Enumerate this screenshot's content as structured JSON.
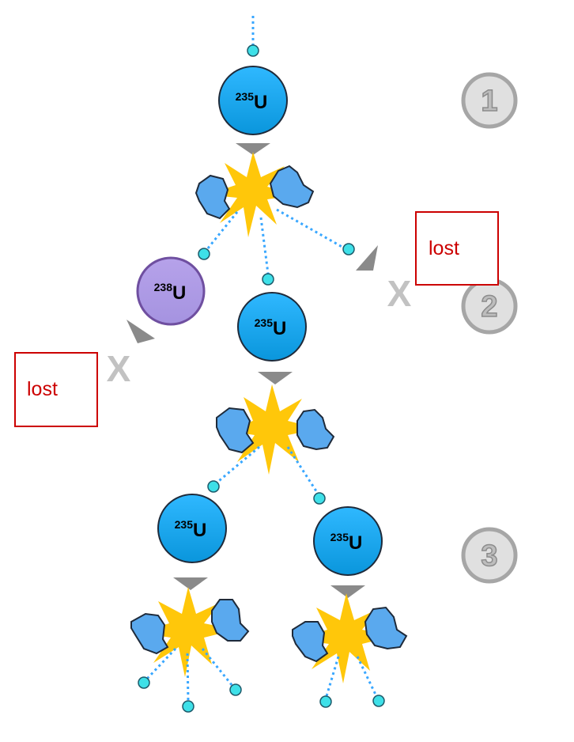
{
  "nuclei": {
    "u235_mass": "235",
    "u238_mass": "238",
    "symbol": "U"
  },
  "steps": [
    "1",
    "2",
    "3"
  ],
  "lost_markers": {
    "x_symbol": "X"
  },
  "annotations": {
    "lost_label": "lost"
  },
  "colors": {
    "u235_fill": "#1aa6ec",
    "u238_fill": "#c7a3e0",
    "neutron_fill": "#3ee0e8",
    "fragment_fill": "#5aa9ee",
    "burst_fill": "#ffc70a",
    "arrow_fill": "#8a8a8a",
    "annotation_red": "#cc0000"
  }
}
